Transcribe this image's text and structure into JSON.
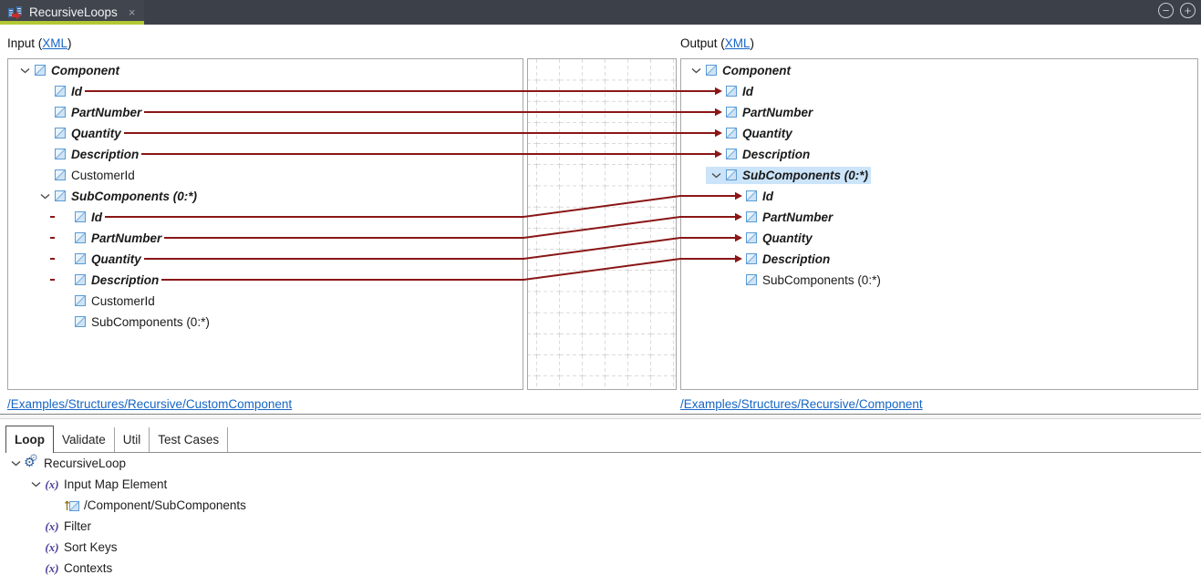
{
  "titlebar": {
    "tab_title": "RecursiveLoops",
    "close_glyph": "×",
    "minimize_glyph": "−",
    "maximize_glyph": "+"
  },
  "header": {
    "input_prefix": "Input (",
    "output_prefix": "Output (",
    "xml_link": "XML",
    "suffix": ")"
  },
  "input_tree": {
    "link": "/Examples/Structures/Recursive/CustomComponent",
    "items": [
      {
        "label": "Component",
        "level": 0,
        "chevron": true,
        "bold": true
      },
      {
        "label": "Id",
        "level": 1,
        "bold": true,
        "line": true
      },
      {
        "label": "PartNumber",
        "level": 1,
        "bold": true,
        "line": true
      },
      {
        "label": "Quantity",
        "level": 1,
        "bold": true,
        "line": true
      },
      {
        "label": "Description",
        "level": 1,
        "bold": true,
        "line": true
      },
      {
        "label": "CustomerId",
        "level": 1
      },
      {
        "label": "SubComponents (0:*)",
        "level": 1,
        "chevron": true,
        "bold": true
      },
      {
        "label": "Id",
        "level": 2,
        "bold": true,
        "line": true
      },
      {
        "label": "PartNumber",
        "level": 2,
        "bold": true,
        "line": true
      },
      {
        "label": "Quantity",
        "level": 2,
        "bold": true,
        "line": true
      },
      {
        "label": "Description",
        "level": 2,
        "bold": true,
        "line": true
      },
      {
        "label": "CustomerId",
        "level": 2
      },
      {
        "label": "SubComponents (0:*)",
        "level": 2
      }
    ]
  },
  "output_tree": {
    "link": "/Examples/Structures/Recursive/Component",
    "items": [
      {
        "label": "Component",
        "level": 0,
        "chevron": true,
        "bold": true
      },
      {
        "label": "Id",
        "level": 1,
        "bold": true,
        "arrow": true
      },
      {
        "label": "PartNumber",
        "level": 1,
        "bold": true,
        "arrow": true
      },
      {
        "label": "Quantity",
        "level": 1,
        "bold": true,
        "arrow": true
      },
      {
        "label": "Description",
        "level": 1,
        "bold": true,
        "arrow": true
      },
      {
        "label": "SubComponents (0:*)",
        "level": 1,
        "chevron": true,
        "bold": true,
        "selected": true
      },
      {
        "label": "Id",
        "level": 2,
        "bold": true,
        "arrow": true
      },
      {
        "label": "PartNumber",
        "level": 2,
        "bold": true,
        "arrow": true
      },
      {
        "label": "Quantity",
        "level": 2,
        "bold": true,
        "arrow": true
      },
      {
        "label": "Description",
        "level": 2,
        "bold": true,
        "arrow": true
      },
      {
        "label": "SubComponents (0:*)",
        "level": 2
      }
    ]
  },
  "mappings": [
    {
      "from": 1,
      "to": 1
    },
    {
      "from": 2,
      "to": 2
    },
    {
      "from": 3,
      "to": 3
    },
    {
      "from": 4,
      "to": 4
    },
    {
      "from": 7,
      "to": 6
    },
    {
      "from": 8,
      "to": 7
    },
    {
      "from": 9,
      "to": 8
    },
    {
      "from": 10,
      "to": 9
    }
  ],
  "bottom": {
    "tabs": [
      {
        "label": "Loop",
        "active": true
      },
      {
        "label": "Validate"
      },
      {
        "label": "Util"
      },
      {
        "label": "Test Cases"
      }
    ],
    "tree": [
      {
        "label": "RecursiveLoop",
        "level": 0,
        "chevron": true,
        "icon": "gears"
      },
      {
        "label": "Input Map Element",
        "level": 1,
        "chevron": true,
        "icon": "function"
      },
      {
        "label": "/Component/SubComponents",
        "level": 2,
        "icon": "element-ref"
      },
      {
        "label": "Filter",
        "level": 1,
        "icon": "function"
      },
      {
        "label": "Sort Keys",
        "level": 1,
        "icon": "function"
      },
      {
        "label": "Contexts",
        "level": 1,
        "icon": "function"
      }
    ]
  },
  "icons": {
    "function_glyph": "(x)",
    "gear_glyph": "⚙"
  },
  "colors": {
    "map_line": "#8a1616",
    "selection_bg": "#cbe4f9",
    "tab_accent": "#b3c832",
    "titlebar_bg": "#3c4149",
    "link": "#1666c5",
    "grid_line": "#b6b6b6",
    "panel_border": "#a6a6a6"
  }
}
